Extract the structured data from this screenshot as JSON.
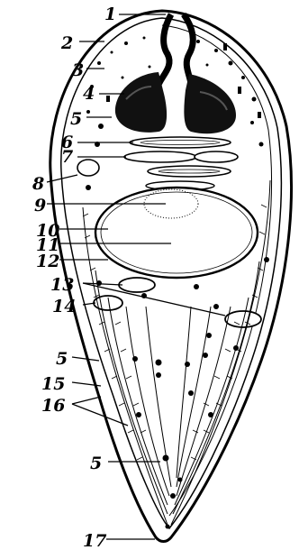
{
  "diagram": {
    "labels": [
      {
        "id": "l1",
        "text": "1"
      },
      {
        "id": "l2",
        "text": "2"
      },
      {
        "id": "l3",
        "text": "3"
      },
      {
        "id": "l4",
        "text": "4"
      },
      {
        "id": "l5a",
        "text": "5"
      },
      {
        "id": "l6",
        "text": "6"
      },
      {
        "id": "l7",
        "text": "7"
      },
      {
        "id": "l8",
        "text": "8"
      },
      {
        "id": "l9",
        "text": "9"
      },
      {
        "id": "l10",
        "text": "10"
      },
      {
        "id": "l11",
        "text": "11"
      },
      {
        "id": "l12",
        "text": "12"
      },
      {
        "id": "l13",
        "text": "13"
      },
      {
        "id": "l14",
        "text": "14"
      },
      {
        "id": "l5b",
        "text": "5"
      },
      {
        "id": "l15",
        "text": "15"
      },
      {
        "id": "l16",
        "text": "16"
      },
      {
        "id": "l5c",
        "text": "5"
      },
      {
        "id": "l17",
        "text": "17"
      }
    ]
  }
}
